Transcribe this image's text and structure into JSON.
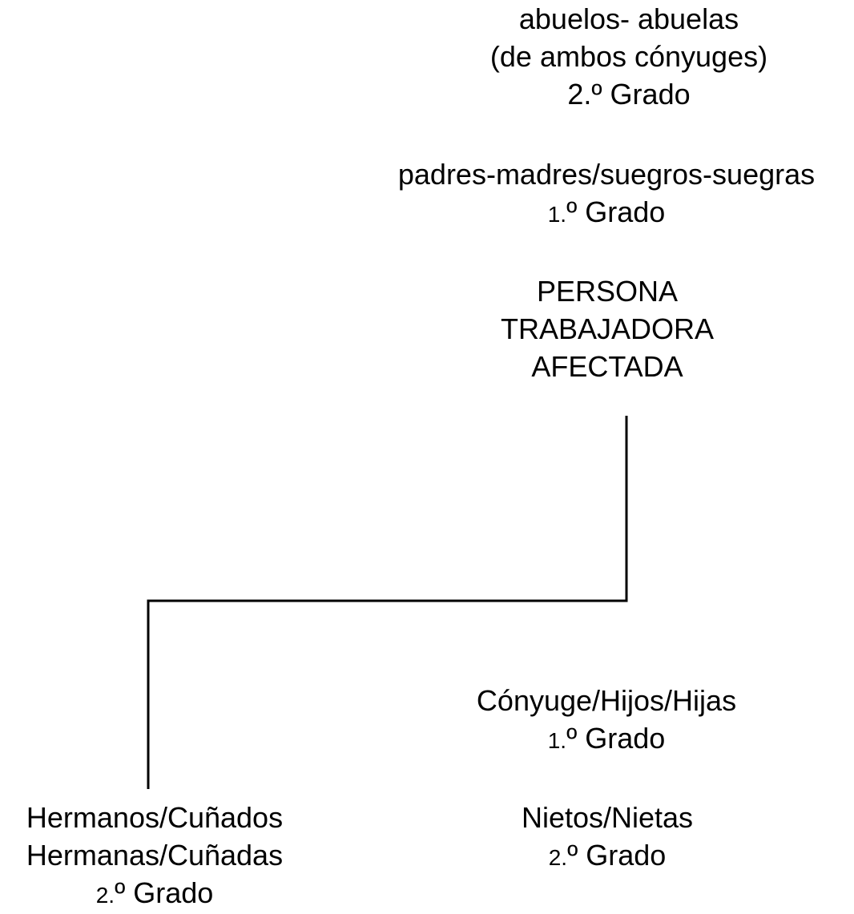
{
  "nodes": {
    "grandparents": {
      "line1": "abuelos- abuelas",
      "line2": "(de ambos cónyuges)",
      "grade_num": "2.",
      "grade_rest": "º Grado"
    },
    "parents": {
      "line1": "padres-madres/suegros-suegras",
      "grade_num": "1.",
      "grade_rest": "º Grado"
    },
    "person": {
      "line1": "PERSONA",
      "line2": "TRABAJADORA",
      "line3": "AFECTADA"
    },
    "spouse_children": {
      "line1": "Cónyuge/Hijos/Hijas",
      "grade_num": "1.",
      "grade_rest": "º Grado"
    },
    "grandchildren": {
      "line1": "Nietos/Nietas",
      "grade_num": "2.",
      "grade_rest": "º Grado"
    },
    "siblings": {
      "line1": "Hermanos/Cuñados",
      "line2": "Hermanas/Cuñadas",
      "grade_num": "2.",
      "grade_rest": "º Grado"
    }
  },
  "connector_color": "#000000"
}
